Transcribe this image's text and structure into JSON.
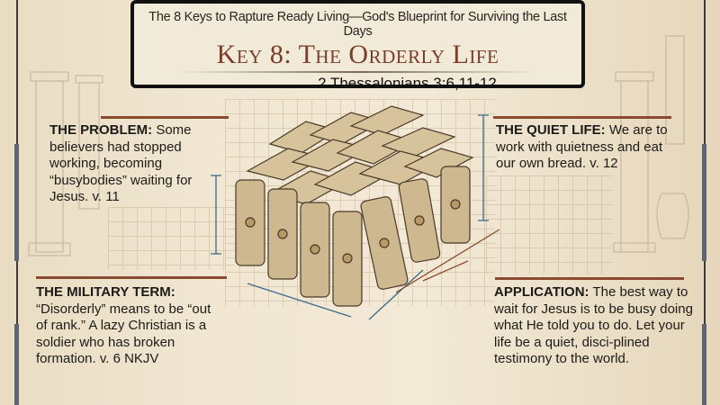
{
  "header": {
    "subtitle": "The 8 Keys to Rapture Ready Living—God's Blueprint  for Surviving the Last Days",
    "title": "Key 8: The Orderly Life",
    "reference": "2 Thessalonians 3:6,11-12"
  },
  "sections": {
    "problem": {
      "heading": "THE PROBLEM:",
      "text": " Some believers had stopped working, becoming “busybodies” waiting for Jesus.  v. 11"
    },
    "military": {
      "heading": "THE MILITARY TERM:",
      "text": " “Disorderly” means to be “out of rank.” A lazy Christian is a soldier who has broken formation.  v. 6 NKJV"
    },
    "quiet": {
      "heading": "THE QUIET LIFE:",
      "text": " We are to work with quietness and eat our own bread.  v. 12"
    },
    "application": {
      "heading": "APPLICATION:",
      "text": " The best way to wait for Jesus is to be busy doing what He told you to do. Let your life be a quiet, disci-plined testimony to the world."
    }
  },
  "colors": {
    "accent": "#8a4a30",
    "title": "#7a3d2a",
    "parchment": "#f1e7d3"
  },
  "illustration": {
    "icon": "roman-testudo-shield-formation-icon"
  }
}
